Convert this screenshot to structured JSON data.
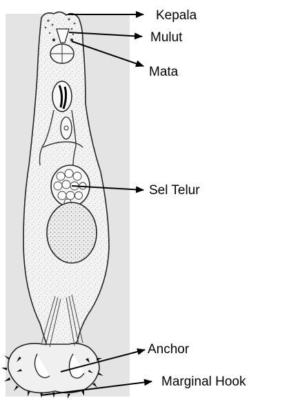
{
  "diagram": {
    "labels": {
      "kepala": "Kepala",
      "mulut": "Mulut",
      "mata": "Mata",
      "sel_telur": "Sel Telur",
      "anchor": "Anchor",
      "marginal_hook": "Marginal Hook"
    },
    "colors": {
      "background_panel": "#e4e4e4",
      "body_fill": "#f2f2f2",
      "outline": "#222222",
      "arrow": "#000000"
    }
  }
}
